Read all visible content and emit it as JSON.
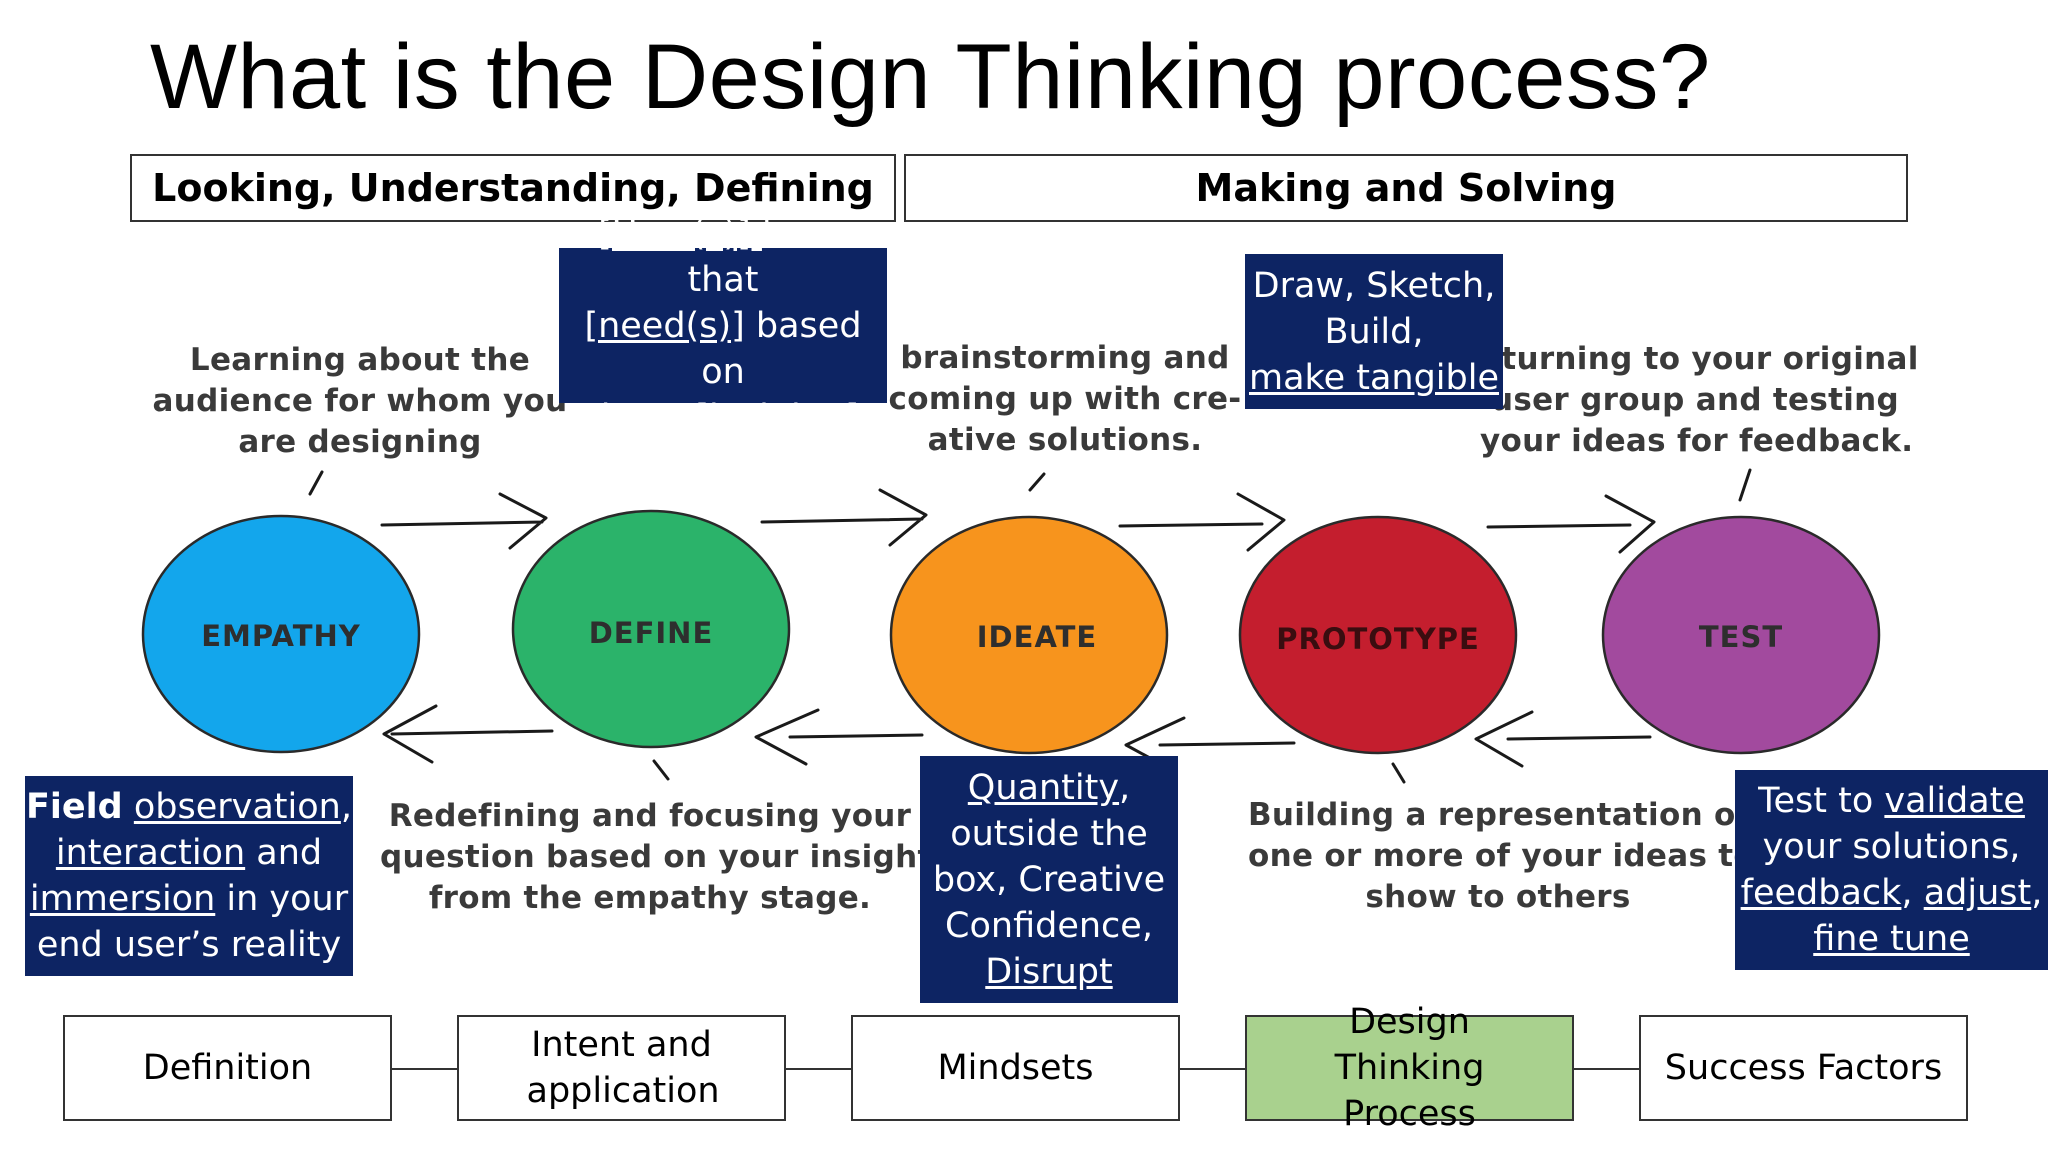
{
  "title": "What is the Design Thinking process?",
  "phases": {
    "left": "Looking, Understanding, Defining",
    "right": "Making and Solving"
  },
  "stages": [
    {
      "label": "EMPATHY",
      "color": "#13a6ec"
    },
    {
      "label": "DEFINE",
      "color": "#2bb36a"
    },
    {
      "label": "IDEATE",
      "color": "#f7941d"
    },
    {
      "label": "PROTOTYPE",
      "color": "#c41e2e"
    },
    {
      "label": "TEST",
      "color": "#a24a9e"
    }
  ],
  "descriptions": {
    "empathy": [
      "Learning about the",
      "audience for whom you",
      "are designing"
    ],
    "ideate": [
      "brainstorming and",
      "coming up with cre-",
      "ative solutions."
    ],
    "test": [
      "eturning to your original",
      "user group and testing",
      "your ideas for feedback."
    ],
    "define": [
      "Redefining and focusing your",
      "question based on your insights",
      "from the empathy stage."
    ],
    "prototype": [
      "Building a representation of",
      "one or more of your ideas to",
      "show to others"
    ]
  },
  "notes": {
    "define": {
      "line1_u": "[User(s)] ",
      "line1": "have that",
      "line2_u": "[need(s)]",
      "line2": " based on",
      "line3": "those [insights]"
    },
    "prototype": {
      "line1": "Draw, Sketch,",
      "line2": "Build,",
      "line3_u": "make tangible"
    },
    "empathy": {
      "l1_b": "Field",
      "l1_sp": " ",
      "l1_u": "observation",
      "l1_end": ",",
      "l2_u": "interaction",
      "l2": " and",
      "l3_u": "immersion",
      "l3": " in your",
      "l4": "end user’s reality"
    },
    "ideate": {
      "l1_u": "Quantity",
      "l1": ",",
      "l2": "outside the",
      "l3": "box, Creative",
      "l4": "Confidence,",
      "l5_u": "Disrupt"
    },
    "test": {
      "l1": "Test to ",
      "l1_u": "validate",
      "l2": "your solutions,",
      "l3_u1": "feedback",
      "l3_sep": ", ",
      "l3_u2": "adjust",
      "l3_end": ",",
      "l4_u": "fine tune"
    }
  },
  "nav": [
    {
      "label": "Definition",
      "active": false
    },
    {
      "label": "Intent and application",
      "active": false
    },
    {
      "label": "Mindsets",
      "active": false
    },
    {
      "label": "Design Thinking Process",
      "active": true
    },
    {
      "label": "Success Factors",
      "active": false
    }
  ],
  "colors": {
    "note_bg": "#0d2463",
    "nav_active": "#a9d18e"
  }
}
